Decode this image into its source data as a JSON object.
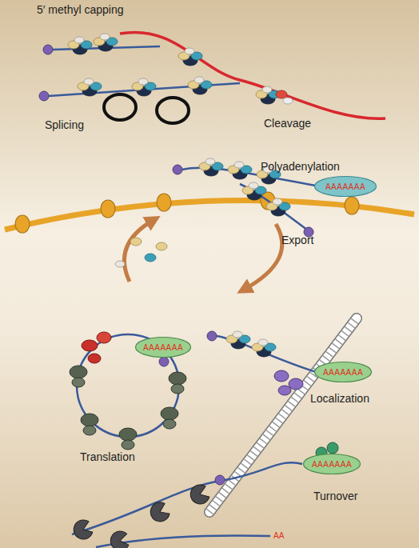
{
  "diagram": {
    "nodes": [
      {
        "text": [
          "AAAAAAA"
        ]
      },
      {
        "text": [
          "AAAAAAA"
        ]
      },
      {
        "text": [
          "AAAAAAA"
        ]
      },
      {
        "text": [
          "AAAAAAA"
        ]
      }
    ],
    "labels": [
      "5′ methyl capping",
      "Splicing",
      "Cleavage",
      "Polyadenylation",
      "Export",
      "Localization",
      "Translation",
      "Turnover",
      "AA"
    ]
  }
}
